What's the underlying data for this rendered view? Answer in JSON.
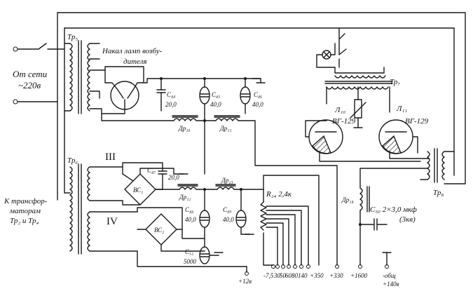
{
  "labels": {
    "mains_line1": "От сети",
    "mains_line2": "~220в",
    "to_transformers_line1": "К трансфор-",
    "to_transformers_line2": "маторам",
    "to_transformers_line3": "Тр₂ и Тр₄",
    "filament_line1": "Накал ламп возбу-",
    "filament_line2": "дителя",
    "roman3": "III",
    "roman4": "IV",
    "tr5": "Тр₅",
    "tr6": "Тр₆",
    "tr7": "Тр₇",
    "tr8": "Тр₈",
    "c44_name": "С₄₄",
    "c44_val": "20,0",
    "c45_name": "С₄₅",
    "c45_val": "40,0",
    "c46_name": "С₄₆",
    "c46_val": "40,0",
    "c47_name": "С₄₇",
    "c47_val": "20,0",
    "c48_name": "С₄₈",
    "c48_val": "40,0",
    "c49_name": "С₄₉",
    "c49_val": "40,0",
    "c51_name": "С₅₁",
    "c51_val": "5000",
    "c50_line1": "С₅₀ 2×3,0 мкф",
    "c50_line2": "(3кв)",
    "dr10": "Др₁₀",
    "dr11": "Др₁₁",
    "dr12": "Др₁₂",
    "dr13": "Др₁₃",
    "dr14": "Др₁₄",
    "bc1": "ВС₁",
    "bc2": "ВС₂",
    "r24": "R₂₄ 2,4к",
    "l10_name": "Л₁₀",
    "l10_type": "ВГ-129",
    "l11_name": "Л₁₁",
    "l11_type": "ВГ-129"
  },
  "terminals": {
    "plus12": "+12в",
    "minus75": "-7,5",
    "t30": "30",
    "t50": "50",
    "t60": "60",
    "t80": "80",
    "t140": "140",
    "t350": "+350",
    "t330": "+330",
    "t1600": "+1600",
    "common_line1": "-общ",
    "common_line2": "+140в"
  }
}
